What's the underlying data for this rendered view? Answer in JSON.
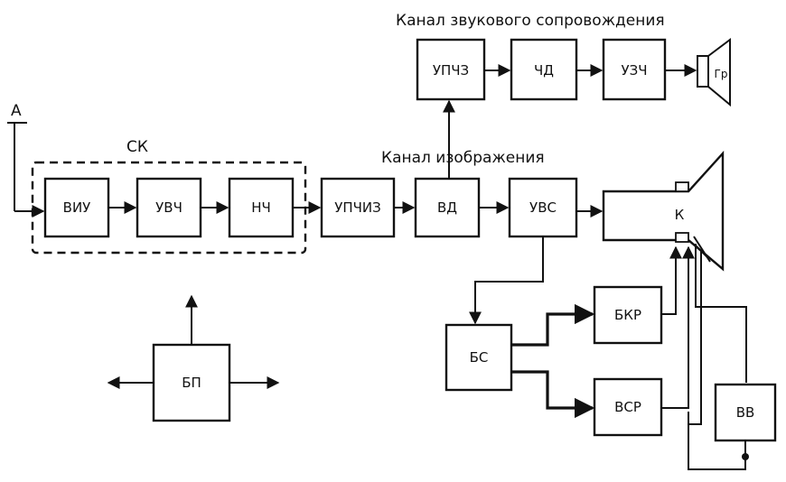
{
  "captions": {
    "sound_channel": "Канал звукового сопровождения",
    "image_channel": "Канал изображения",
    "sk": "СК",
    "antenna": "А"
  },
  "blocks": {
    "viu": "ВИУ",
    "uvch": "УВЧ",
    "pch": "НЧ",
    "upchiz": "УПЧИЗ",
    "vd": "ВД",
    "uvs": "УВС",
    "k": "К",
    "upchz": "УПЧЗ",
    "chd": "ЧД",
    "uzch": "УЗЧ",
    "gr": "Гр",
    "bs": "БС",
    "bkr": "БКР",
    "bsr": "ВСР",
    "vv": "ВВ",
    "bp": "БП"
  }
}
